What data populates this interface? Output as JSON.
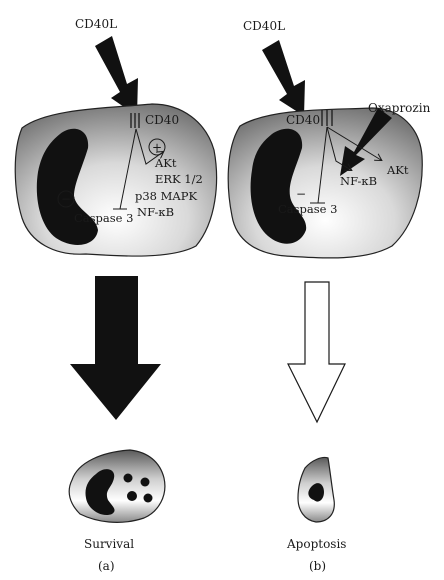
{
  "panel_a": {
    "ligand": "CD40L",
    "receptor": "CD40",
    "plus_sign": "+",
    "minus_sign": "−",
    "signals": [
      "AKt",
      "ERK 1/2",
      "p38 MAPK",
      "NF-κB"
    ],
    "caspase": "Caspase 3",
    "outcome": "Survival",
    "panel_label": "(a)"
  },
  "panel_b": {
    "ligand": "CD40L",
    "receptor": "CD40",
    "drug": "Oxaprozin",
    "minus_sign": "−",
    "signal_nfkb": "NF-κB",
    "signal_akt": "AKt",
    "caspase": "Caspase 3",
    "outcome": "Apoptosis",
    "panel_label": "(b)"
  }
}
